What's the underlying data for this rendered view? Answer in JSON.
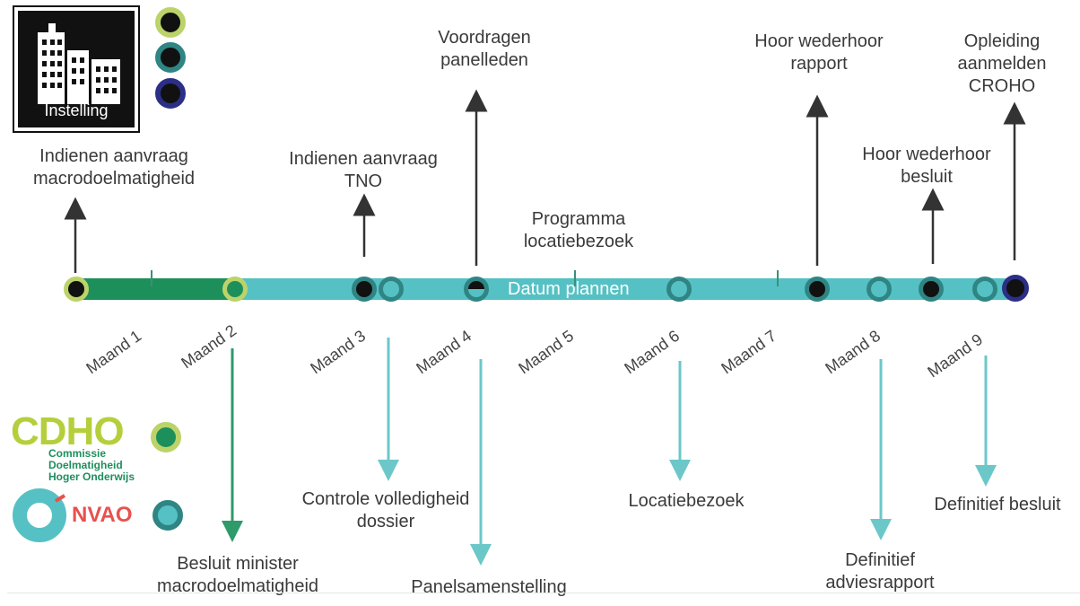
{
  "legend": {
    "instelling_label": "Instelling",
    "cdho_logo": "CDHO",
    "cdho_sub_1": "Commissie",
    "cdho_sub_2": "Doelmatigheid",
    "cdho_sub_3": "Hoger Onderwijs",
    "nvao_logo": "NVAO"
  },
  "timeline": {
    "center_label": "Datum plannen"
  },
  "months": [
    "Maand 1",
    "Maand 2",
    "Maand 3",
    "Maand 4",
    "Maand 5",
    "Maand 6",
    "Maand 7",
    "Maand 8",
    "Maand 9"
  ],
  "above": {
    "a1": [
      "Indienen aanvraag",
      "macrodoelmatigheid"
    ],
    "a2": [
      "Indienen aanvraag",
      "TNO"
    ],
    "a3": [
      "Voordragen",
      "panelleden"
    ],
    "a4": [
      "Programma",
      "locatiebezoek"
    ],
    "a5": [
      "Hoor wederhoor",
      "rapport"
    ],
    "a6": [
      "Hoor wederhoor",
      "besluit"
    ],
    "a7": [
      "Opleiding",
      "aanmelden",
      "CROHO"
    ]
  },
  "below": {
    "b1": [
      "Besluit minister",
      "macrodoelmatigheid"
    ],
    "b2": [
      "Controle volledigheid",
      "dossier"
    ],
    "b3": [
      "Panelsamenstelling"
    ],
    "b4": [
      "Locatiebezoek"
    ],
    "b5": [
      "Definitief",
      "adviesrapport"
    ],
    "b6": [
      "Definitief besluit"
    ]
  },
  "colors": {
    "instelling_ring": "#bcd36a",
    "cdho_green": "#1d8f5b",
    "nvao_teal": "#55c1c4",
    "teal_dark": "#2f8584",
    "navy": "#2c2f86",
    "arrow_dark": "#333333",
    "arrow_light": "#6cc7c9"
  }
}
